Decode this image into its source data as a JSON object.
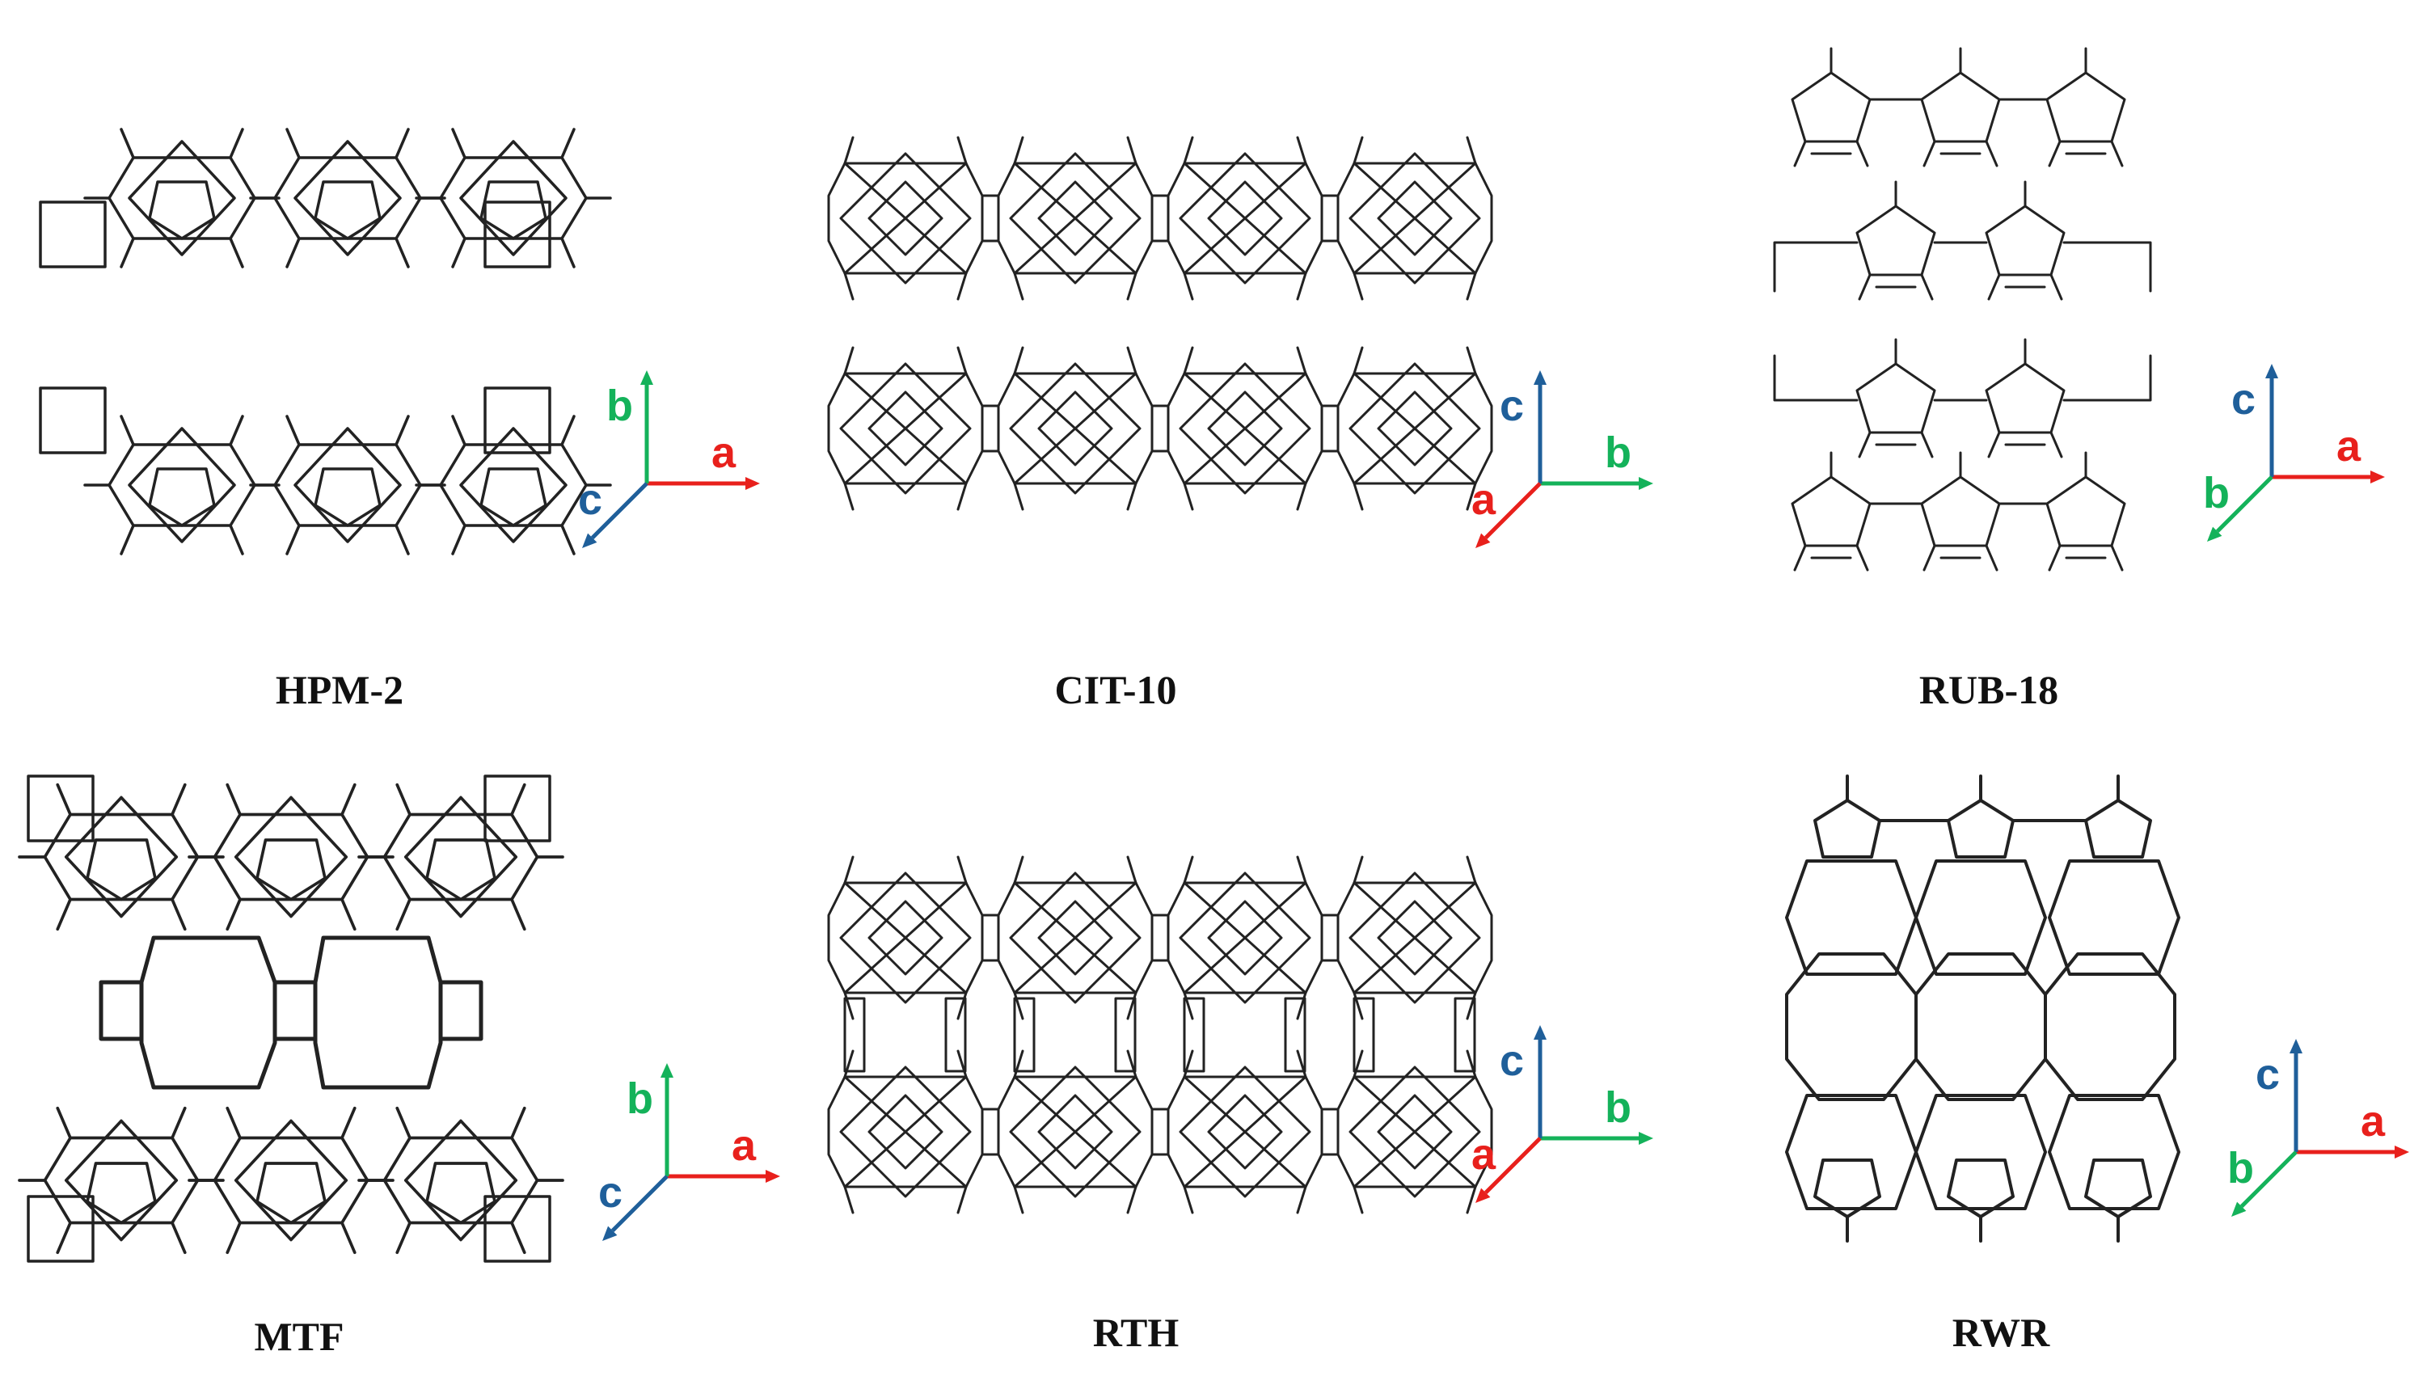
{
  "figure": {
    "panels": [
      {
        "id": "hpm2",
        "label": "HPM-2",
        "axes": {
          "right": "a",
          "up": "b",
          "diag": "c"
        }
      },
      {
        "id": "cit10",
        "label": "CIT-10",
        "axes": {
          "right": "b",
          "up": "c",
          "diag": "a"
        }
      },
      {
        "id": "rub18",
        "label": "RUB-18",
        "axes": {
          "right": "a",
          "up": "c",
          "diag": "b"
        }
      },
      {
        "id": "mtf",
        "label": "MTF",
        "axes": {
          "right": "a",
          "up": "b",
          "diag": "c"
        }
      },
      {
        "id": "rth",
        "label": "RTH",
        "axes": {
          "right": "b",
          "up": "c",
          "diag": "a"
        }
      },
      {
        "id": "rwr",
        "label": "RWR",
        "axes": {
          "right": "a",
          "up": "c",
          "diag": "b"
        }
      }
    ],
    "axis_colors": {
      "a": "#e8201c",
      "b": "#14b25a",
      "c": "#1f5f9a"
    },
    "line_color": "#222222"
  }
}
